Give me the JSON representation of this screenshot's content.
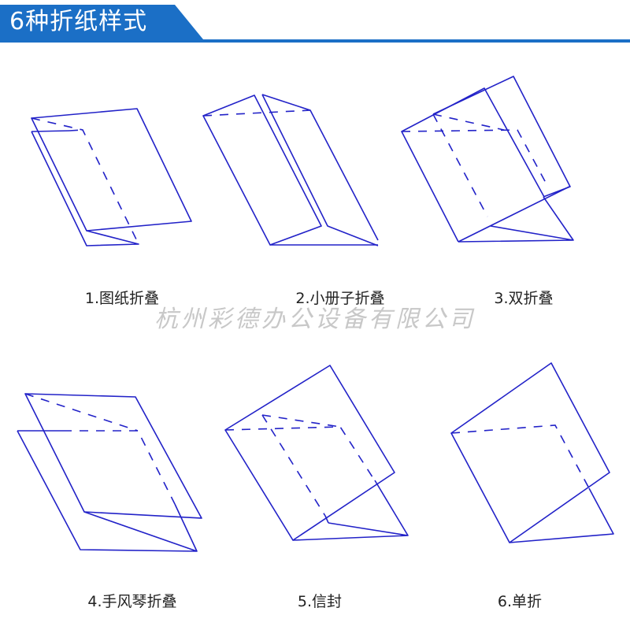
{
  "header": {
    "title": "6种折纸样式",
    "bar_color": "#1b6fc6"
  },
  "watermark": "杭州彩德办公设备有限公司",
  "line_color": "#2222c8",
  "styles": [
    {
      "label": "1.图纸折叠"
    },
    {
      "label": "2.小册子折叠"
    },
    {
      "label": "3.双折叠"
    },
    {
      "label": "4.手风琴折叠"
    },
    {
      "label": "5.信封"
    },
    {
      "label": "6.单折"
    }
  ]
}
